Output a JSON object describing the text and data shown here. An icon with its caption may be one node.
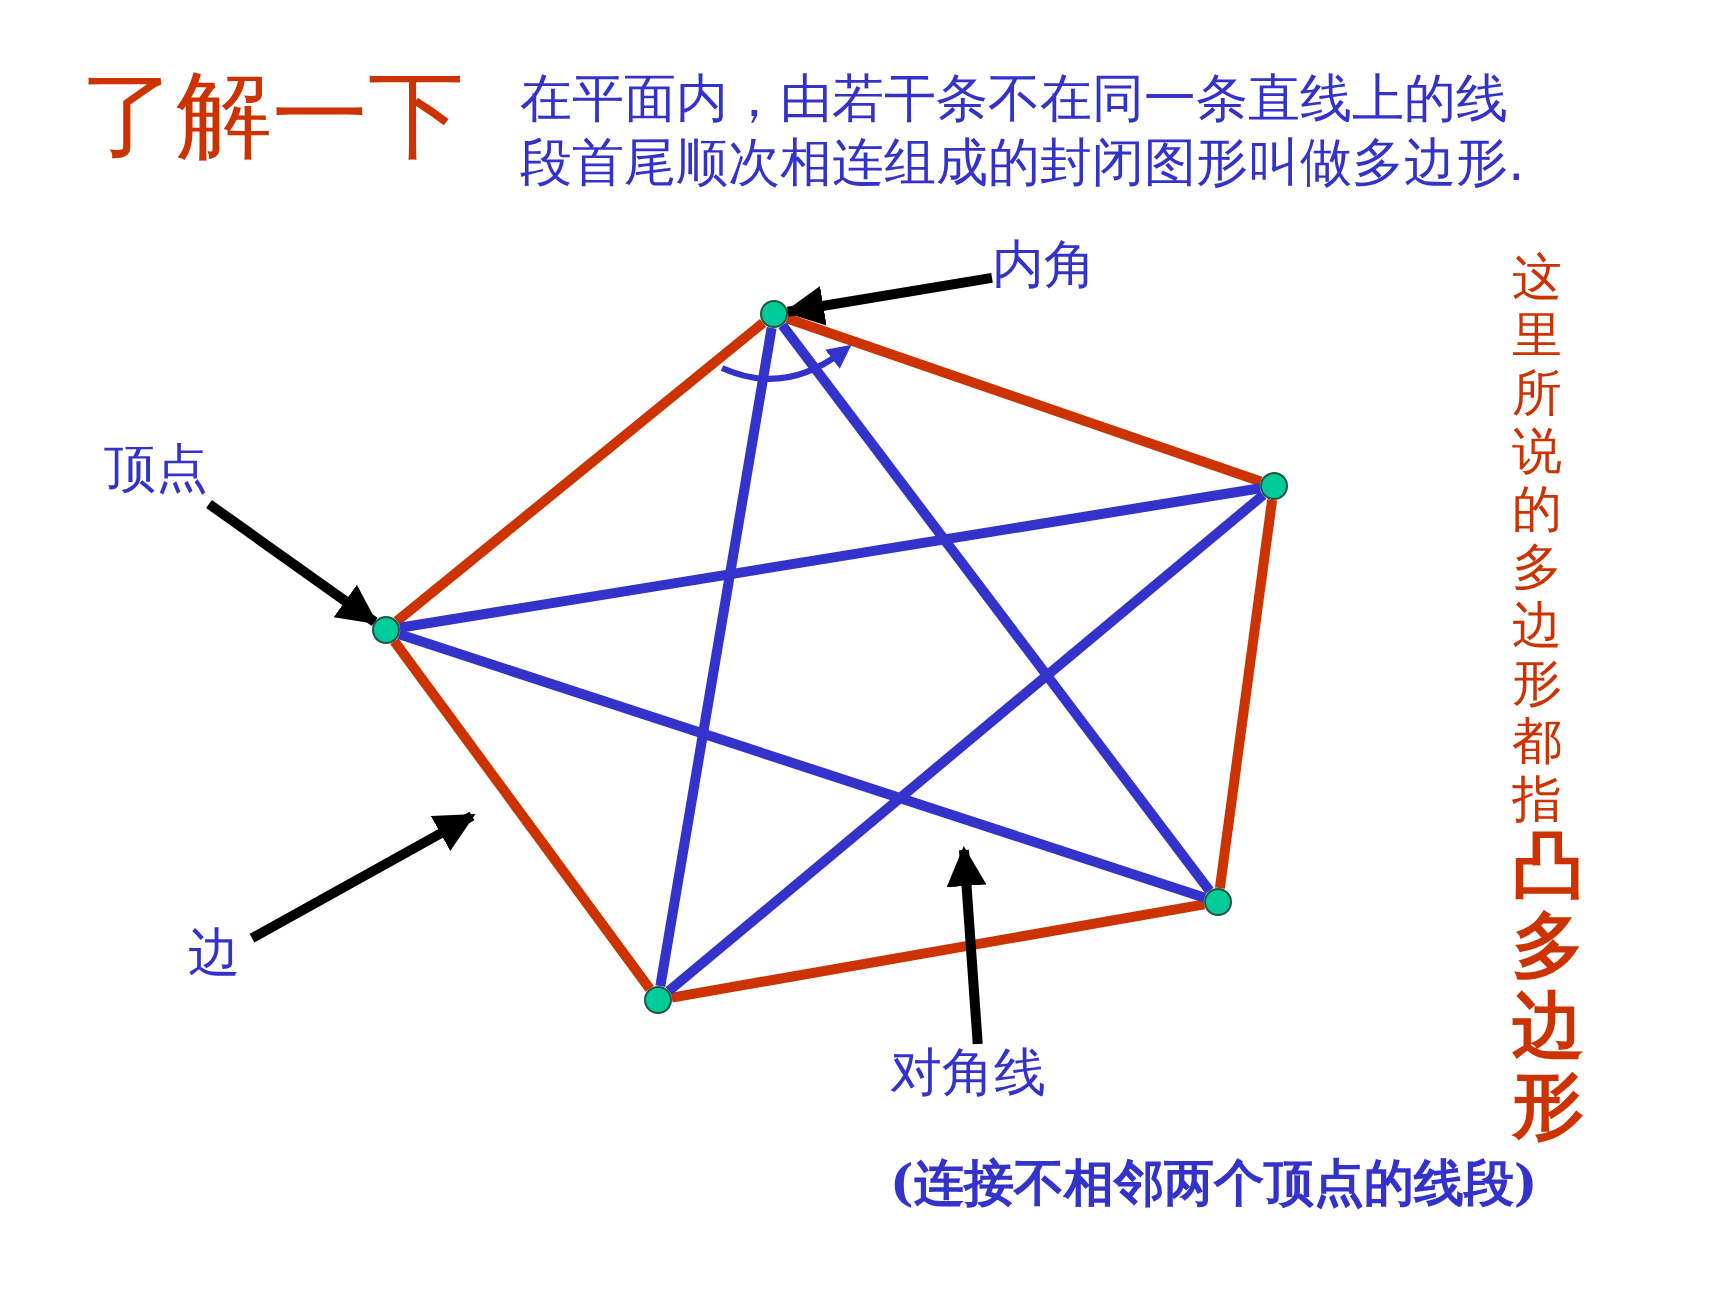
{
  "diagram": {
    "title": "了解一下",
    "nodes": [
      {
        "text": [],
        "shape": "circle"
      },
      {
        "text": [],
        "shape": "circle"
      },
      {
        "text": [],
        "shape": "circle"
      },
      {
        "text": [],
        "shape": "circle"
      },
      {
        "text": [],
        "shape": "circle"
      },
      {
        "text": [
          "内角"
        ]
      },
      {
        "text": [
          "顶点"
        ]
      },
      {
        "text": [
          "边"
        ]
      },
      {
        "text": [
          "对角线"
        ]
      }
    ],
    "edges": [
      {
        "from": 0,
        "to": 1,
        "arrow": "none",
        "color": "#cc3300"
      },
      {
        "from": 1,
        "to": 2,
        "arrow": "none",
        "color": "#cc3300"
      },
      {
        "from": 2,
        "to": 3,
        "arrow": "none",
        "color": "#cc3300"
      },
      {
        "from": 3,
        "to": 4,
        "arrow": "none",
        "color": "#cc3300"
      },
      {
        "from": 4,
        "to": 0,
        "arrow": "none",
        "color": "#cc3300"
      },
      {
        "from": 0,
        "to": 2,
        "arrow": "none",
        "color": "#3333cc"
      },
      {
        "from": 0,
        "to": 3,
        "arrow": "none",
        "color": "#3333cc"
      },
      {
        "from": 1,
        "to": 3,
        "arrow": "none",
        "color": "#3333cc"
      },
      {
        "from": 1,
        "to": 4,
        "arrow": "none",
        "color": "#3333cc"
      },
      {
        "from": 2,
        "to": 4,
        "arrow": "none",
        "color": "#3333cc"
      },
      {
        "from": 5,
        "to": 0,
        "arrow": "to",
        "color": "#000000"
      },
      {
        "from": 6,
        "to": 4,
        "arrow": "to",
        "color": "#000000"
      },
      {
        "from": 7,
        "to": null,
        "arrow": "to",
        "color": "#000000"
      },
      {
        "from": 8,
        "to": null,
        "arrow": "to",
        "color": "#000000"
      }
    ],
    "labels": [
      "在平面内，由若干条不在同一条直线上的线段首尾顺次相连组成的封闭图形叫做多边形.",
      "这里所说的多边形都指**凸多边形**",
      "(连接不相邻两个顶点的线段)"
    ]
  }
}
